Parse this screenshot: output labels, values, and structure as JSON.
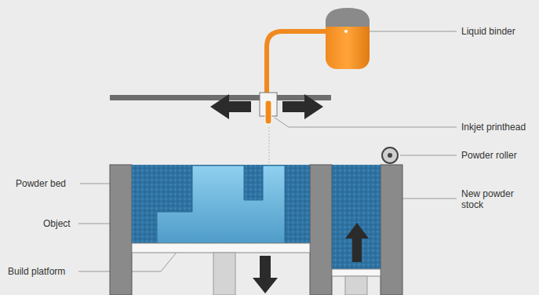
{
  "diagram": {
    "labels": [
      "Liquid binder",
      "Inkjet printhead",
      "Powder roller",
      "Powder bed",
      "New powder stock",
      "Object",
      "Build platform"
    ]
  }
}
